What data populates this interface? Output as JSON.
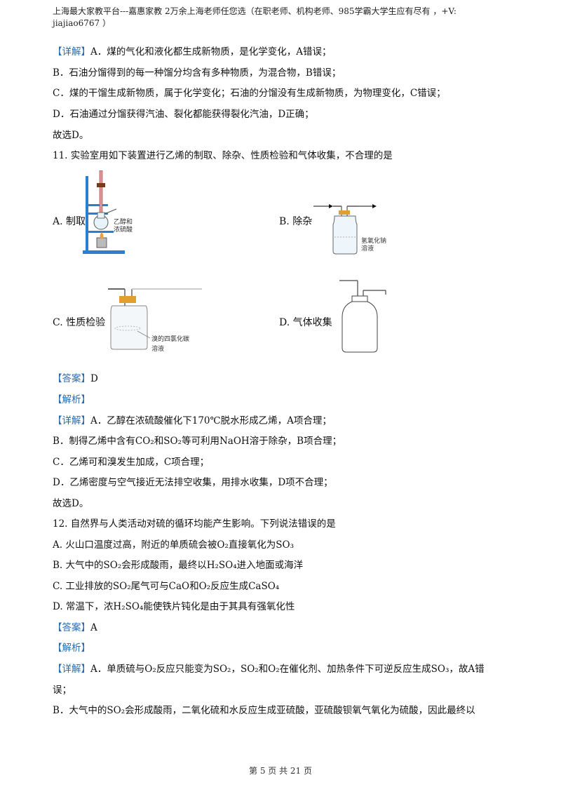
{
  "header": {
    "line1": "上海最大家教平台---嘉惠家教    2万余上海老师任您选（在职老师、机构老师、985学霸大学生应有尽有  ，+V:",
    "line2": "jiajiao6767 ）"
  },
  "lines": [
    {
      "bracket": "【详解】",
      "text": "A．煤的气化和液化都生成新物质，是化学变化，A错误；"
    },
    {
      "bracket": "",
      "text": "B．石油分馏得到的每一种馏分均含有多种物质，为混合物，B错误；"
    },
    {
      "bracket": "",
      "text": "C．煤的干馏生成新物质，属于化学变化；石油的分馏没有生成新物质，为物理变化，C错误；"
    },
    {
      "bracket": "",
      "text": "D．石油通过分馏获得汽油、裂化都能获得裂化汽油，D正确；"
    },
    {
      "bracket": "",
      "text": "故选D。"
    },
    {
      "bracket": "",
      "text": "11. 实验室用如下装置进行乙烯的制取、除杂、性质检验和气体收集，不合理的是"
    }
  ],
  "options11": {
    "a": "A. 制取",
    "b": "B. 除杂",
    "c": "C. 性质检验",
    "d": "D. 气体收集",
    "a_label1": "乙醇和",
    "a_label2": "浓硫酸",
    "b_label1": "氢氧化钠",
    "b_label2": "溶液",
    "c_label1": "溴的四氯化碳",
    "c_label2": "溶液"
  },
  "answer11": {
    "bracket": "【答案】",
    "text": "D"
  },
  "analysis11": {
    "bracket": "【解析】"
  },
  "detail11": [
    {
      "bracket": "【详解】",
      "text": "A．乙醇在浓硫酸催化下170℃脱水形成乙烯，A项合理；"
    },
    {
      "bracket": "",
      "text": "B．制得乙烯中含有CO₂和SO₂等可利用NaOH溶于除杂，B项合理；"
    },
    {
      "bracket": "",
      "text": "C．乙烯可和溴发生加成，C项合理；"
    },
    {
      "bracket": "",
      "text": "D．乙烯密度与空气接近无法排空收集，用排水收集，D项不合理；"
    },
    {
      "bracket": "",
      "text": "故选D。"
    }
  ],
  "q12": {
    "stem": "12. 自然界与人类活动对硫的循环均能产生影响。下列说法错误的是",
    "a": "A. 火山口温度过高，附近的单质硫会被O₂直接氧化为SO₃",
    "b": "B. 大气中的SO₂会形成酸雨，最终以H₂SO₄进入地面或海洋",
    "c": "C. 工业排放的SO₂尾气可与CaO和O₂反应生成CaSO₄",
    "d": "D. 常温下，浓H₂SO₄能使铁片钝化是由于其具有强氧化性"
  },
  "answer12": {
    "bracket": "【答案】",
    "text": "A"
  },
  "analysis12": {
    "bracket": "【解析】"
  },
  "detail12": [
    {
      "bracket": "【详解】",
      "text": "A．单质硫与O₂反应只能变为SO₂，SO₂和O₂在催化剂、加热条件下可逆反应生成SO₃，故A错"
    },
    {
      "bracket": "",
      "text": "误；"
    },
    {
      "bracket": "",
      "text": "B．大气中的SO₂会形成酸雨，二氧化硫和水反应生成亚硫酸，亚硫酸钡氧气氧化为硫酸，因此最终以"
    }
  ],
  "footer": "第 5 页 共 21 页"
}
